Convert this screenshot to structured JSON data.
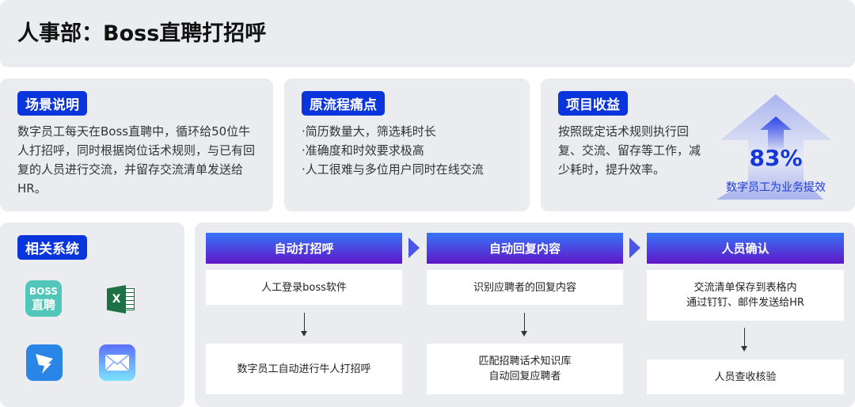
{
  "title": "人事部：Boss直聘打招呼",
  "scenario": {
    "label": "场景说明",
    "text": "数字员工每天在Boss直聘中，循环给50位牛人打招呼，同时根据岗位话术规则，与已有回复的人员进行交流，并留存交流清单发送给HR。"
  },
  "pain": {
    "label": "原流程痛点",
    "items": [
      "·简历数量大，筛选耗时长",
      "·准确度和时效要求极高",
      "·人工很难与多位用户同时在线交流"
    ]
  },
  "benefit": {
    "label": "项目收益",
    "text": "按照既定话术规则执行回复、交流、留存等工作，减少耗时，提升效率。",
    "percent": "83%",
    "caption": "数字员工为业务提效"
  },
  "systems": {
    "label": "相关系统",
    "boss_line1": "BOSS",
    "boss_line2": "直聘",
    "excel": "X",
    "icons": [
      "boss-zhipin-icon",
      "excel-icon",
      "dingtalk-icon",
      "mail-icon"
    ]
  },
  "flow": [
    {
      "header": "自动打招呼",
      "step1": "人工登录boss软件",
      "step2": "数字员工自动进行牛人打招呼"
    },
    {
      "header": "自动回复内容",
      "step1": "识别应聘者的回复内容",
      "step2": "匹配招聘话术知识库\n自动回复应聘者"
    },
    {
      "header": "人员确认",
      "step1": "交流清单保存到表格内\n通过钉钉、邮件发送给HR",
      "step2": "人员查收核验"
    }
  ]
}
